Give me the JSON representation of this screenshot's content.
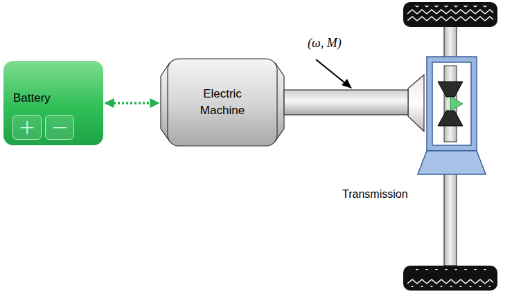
{
  "diagram": {
    "nodes": [
      {
        "text": [
          "Battery"
        ]
      },
      {
        "text": [
          "+"
        ],
        "in": 0
      },
      {
        "text": [
          "−"
        ],
        "in": 0
      },
      {
        "text": [
          "Electric Machine"
        ]
      },
      {
        "text": [
          "Transmission"
        ]
      }
    ],
    "edges": [
      {
        "from": 0,
        "to": 3,
        "arrow": "both"
      },
      {
        "from": 3,
        "to": 4,
        "arrow": "none"
      }
    ],
    "labels": [
      "(ω, M)"
    ]
  }
}
